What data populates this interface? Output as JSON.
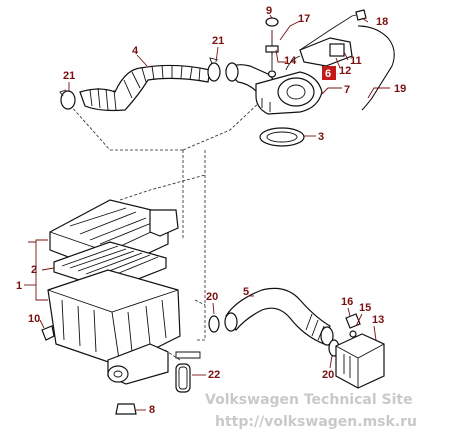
{
  "labels": {
    "p1": "1",
    "p2": "2",
    "p3": "3",
    "p4": "4",
    "p5": "5",
    "p6": "6",
    "p7": "7",
    "p8": "8",
    "p9": "9",
    "p10": "10",
    "p11": "11",
    "p12": "12",
    "p13": "13",
    "p14": "14",
    "p15": "15",
    "p16": "16",
    "p17": "17",
    "p18": "18",
    "p19": "19",
    "p20a": "20",
    "p20b": "20",
    "p21a": "21",
    "p21b": "21",
    "p22": "22"
  },
  "watermark": {
    "line1": "Volkswagen Technical Site",
    "line2": "http://volkswagen.msk.ru"
  },
  "colors": {
    "label": "#7a1010",
    "highlight_box": "#c41a1a",
    "line": "#111111",
    "watermark": "#c9c9c9"
  }
}
